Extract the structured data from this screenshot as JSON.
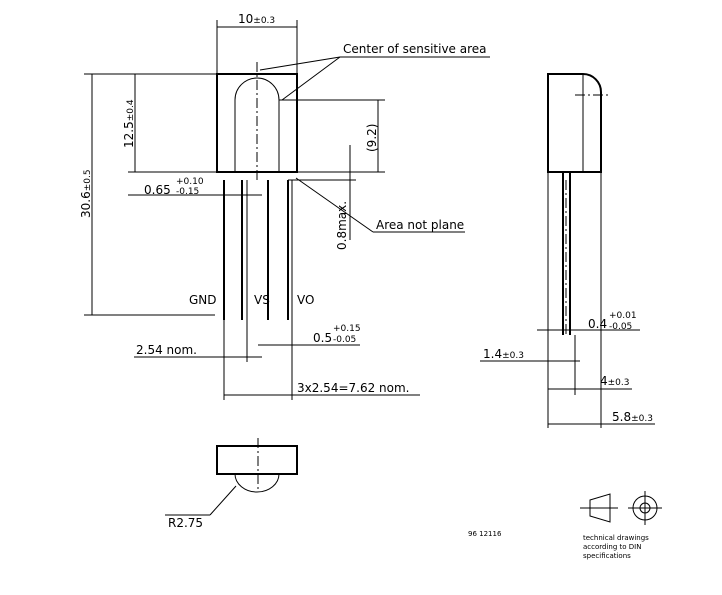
{
  "dimensions": {
    "width_top": {
      "value": "10",
      "tol": "±0.3"
    },
    "body_height": {
      "value": "12.5",
      "tol": "±0.4"
    },
    "total_height": {
      "value": "30.6",
      "tol": "±0.5"
    },
    "lens_height": {
      "value": "(9.2)"
    },
    "lead_width": {
      "value": "0.65",
      "tol_upper": "+0.10",
      "tol_lower": "-0.15"
    },
    "not_plane": {
      "value": "0.8max."
    },
    "lead_thickness_front": {
      "value": "0.5",
      "tol_upper": "+0.15",
      "tol_lower": "-0.05"
    },
    "pitch": {
      "value": "2.54 nom."
    },
    "span": {
      "value": "3x2.54=7.62 nom."
    },
    "lead_thickness_side": {
      "value": "0.4",
      "tol_upper": "+0.01",
      "tol_lower": "-0.05"
    },
    "side_offset": {
      "value": "1.4",
      "tol": "±0.3"
    },
    "side_depth": {
      "value": "4",
      "tol": "±0.3"
    },
    "side_total": {
      "value": "5.8",
      "tol": "±0.3"
    },
    "radius": {
      "value": "R2.75"
    }
  },
  "callouts": {
    "sensitive_area": "Center of sensitive area",
    "area_not_plane": "Area not plane"
  },
  "pins": [
    "GND",
    "VS",
    "VO"
  ],
  "footer": {
    "doc_number": "96 12116",
    "note_line1": "technical drawings",
    "note_line2": "according to DIN",
    "note_line3": "specifications"
  },
  "icons": [
    "projection-symbol-icon"
  ]
}
